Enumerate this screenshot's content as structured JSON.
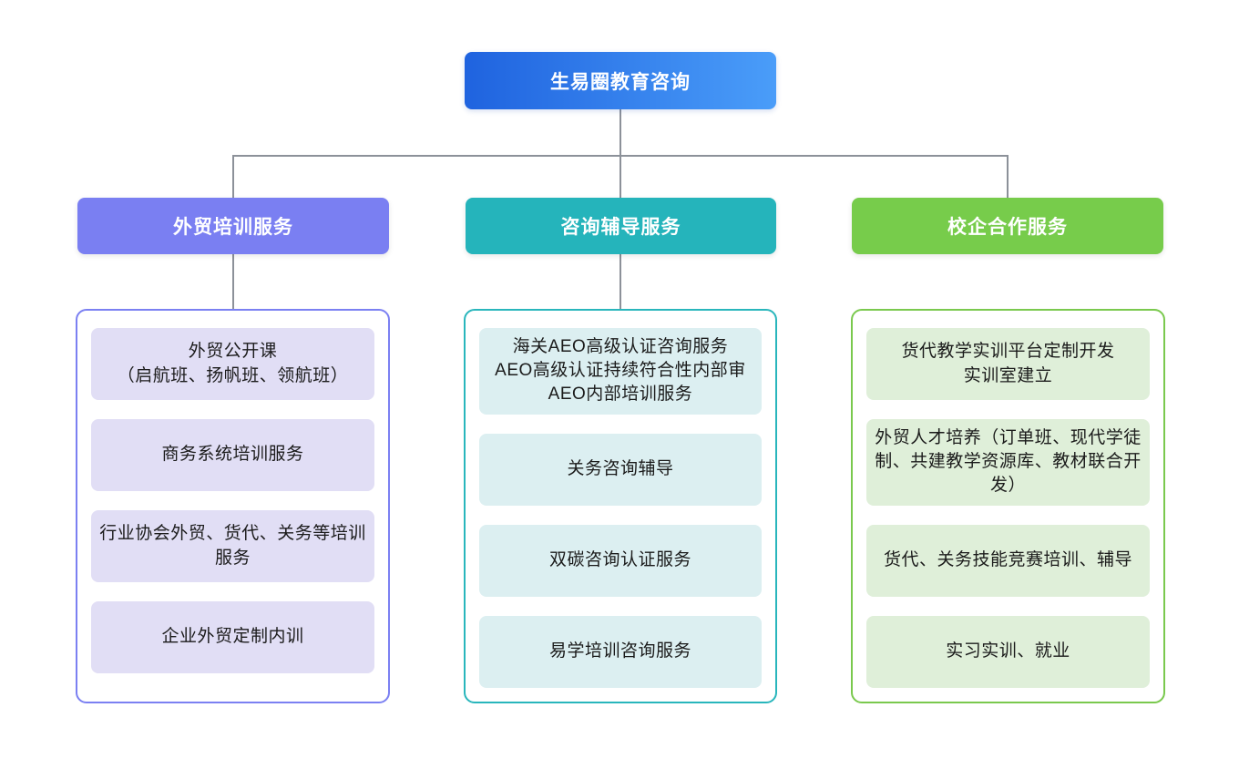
{
  "page": {
    "background": "#ffffff"
  },
  "connectors": {
    "color": "#8C9199"
  },
  "root": {
    "label": "生易圈教育咨询",
    "gradient_from": "#1F63DF",
    "gradient_to": "#4A9DF9",
    "text_color": "#ffffff"
  },
  "branches": [
    {
      "label": "外贸培训服务",
      "header_bg": "#7A7FF2",
      "container_border": "#7B80F2",
      "item_bg": "#E1DEF5",
      "items": [
        "外贸公开课\n（启航班、扬帆班、领航班）",
        "商务系统培训服务",
        "行业协会外贸、货代、关务等培训服务",
        "企业外贸定制内训"
      ]
    },
    {
      "label": "咨询辅导服务",
      "header_bg": "#25B4BB",
      "container_border": "#29B6BC",
      "item_bg": "#DCEFF1",
      "items": [
        "海关AEO高级认证咨询服务\nAEO高级认证持续符合性内部审\nAEO内部培训服务",
        "关务咨询辅导",
        "双碳咨询认证服务",
        "易学培训咨询服务"
      ]
    },
    {
      "label": "校企合作服务",
      "header_bg": "#77CC4B",
      "container_border": "#7AC94E",
      "item_bg": "#DFEFD9",
      "items": [
        "货代教学实训平台定制开发\n实训室建立",
        "外贸人才培养（订单班、现代学徒制、共建教学资源库、教材联合开发）",
        "货代、关务技能竞赛培训、辅导",
        "实习实训、就业"
      ]
    }
  ]
}
